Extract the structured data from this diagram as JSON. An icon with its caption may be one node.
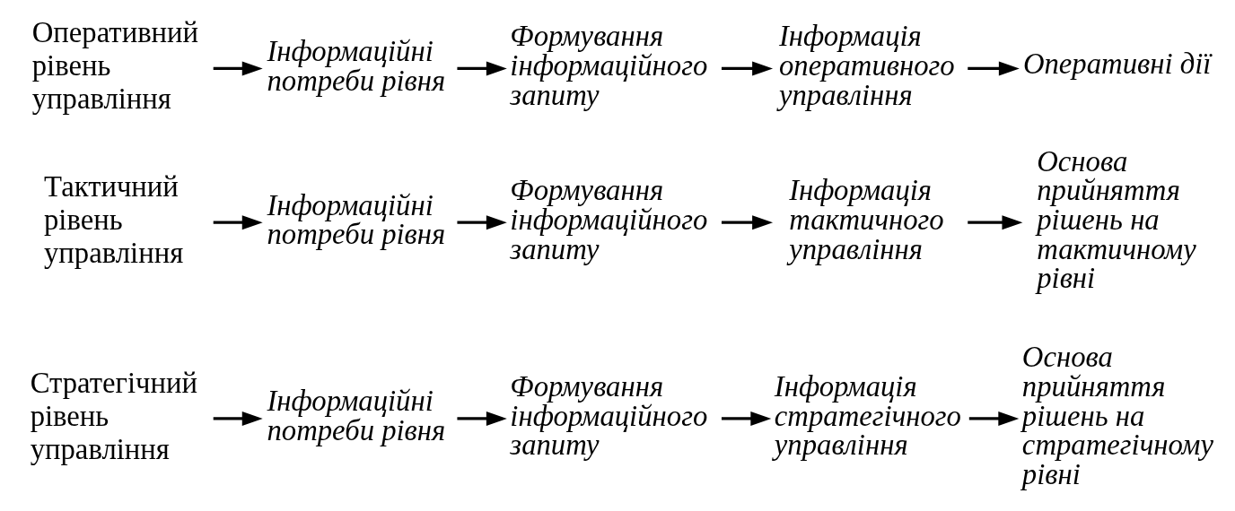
{
  "diagram": {
    "nodes": [
      {
        "text": [
          "Стратегічний рівень управління"
        ]
      },
      {
        "text": [
          "Інформаційні потреби рівня"
        ]
      },
      {
        "text": [
          "Формування інформаційного запиту"
        ]
      },
      {
        "text": [
          "Інформація стратегічного управління"
        ]
      },
      {
        "text": [
          "Основа прийняття рішень на стратегічному рівні"
        ]
      },
      {
        "text": [
          "Тактичний рівень управління"
        ]
      },
      {
        "text": [
          "Інформаційні потреби рівня"
        ]
      },
      {
        "text": [
          "Формування інформаційного запиту"
        ]
      },
      {
        "text": [
          "Інформація тактичного управління"
        ]
      },
      {
        "text": [
          "Основа прийняття рішень на тактичному рівні"
        ]
      },
      {
        "text": [
          "Оперативний рівень управління"
        ]
      },
      {
        "text": [
          "Інформаційні потреби рівня"
        ]
      },
      {
        "text": [
          "Формування інформаційного запиту"
        ]
      },
      {
        "text": [
          "Інформація оперативного управління"
        ]
      },
      {
        "text": [
          "Оперативні дії"
        ]
      }
    ],
    "edges": [
      {
        "from": 0,
        "to": 1,
        "arrow": "to"
      },
      {
        "from": 1,
        "to": 2,
        "arrow": "to"
      },
      {
        "from": 2,
        "to": 3,
        "arrow": "to"
      },
      {
        "from": 3,
        "to": 4,
        "arrow": "to"
      },
      {
        "from": 5,
        "to": 6,
        "arrow": "to"
      },
      {
        "from": 6,
        "to": 7,
        "arrow": "to"
      },
      {
        "from": 7,
        "to": 8,
        "arrow": "to"
      },
      {
        "from": 8,
        "to": 9,
        "arrow": "to"
      },
      {
        "from": 10,
        "to": 11,
        "arrow": "to"
      },
      {
        "from": 11,
        "to": 12,
        "arrow": "to"
      },
      {
        "from": 12,
        "to": 13,
        "arrow": "to"
      },
      {
        "from": 13,
        "to": 14,
        "arrow": "to"
      }
    ]
  }
}
